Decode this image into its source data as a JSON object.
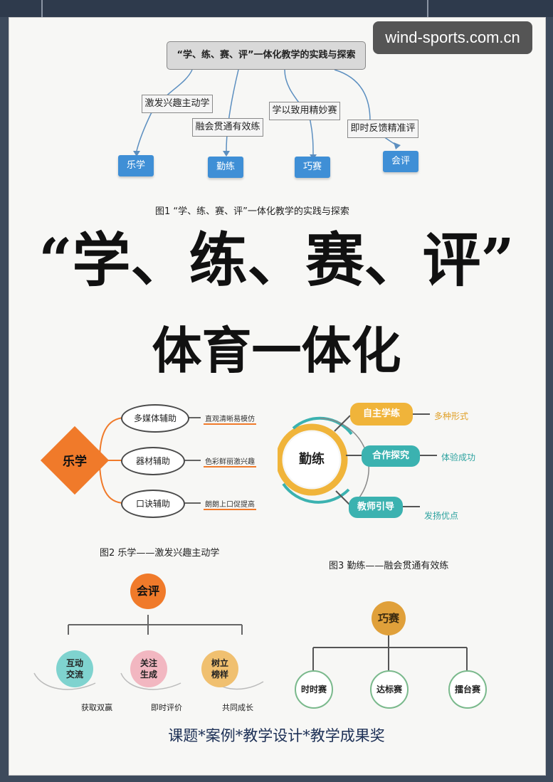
{
  "watermark": "wind-sports.com.cn",
  "fig1": {
    "top_box": "“学、练、赛、评”一体化教学的实践与探索",
    "branches": [
      "激发兴趣主动学",
      "融会贯通有效练",
      "学以致用精妙赛",
      "即时反馈精准评"
    ],
    "nodes": [
      "乐学",
      "勤练",
      "巧赛",
      "会评"
    ],
    "caption": "图1 “学、练、赛、评”一体化教学的实践与探索"
  },
  "title": {
    "line1": "“学、练、赛、评”",
    "line2": "体育一体化"
  },
  "fig2": {
    "center": "乐学",
    "items": [
      {
        "label": "多媒体辅助",
        "note": "直观清晰易模仿"
      },
      {
        "label": "器材辅助",
        "note": "色彩鲜丽激兴趣"
      },
      {
        "label": "口诀辅助",
        "note": "朗朗上口促提高"
      }
    ],
    "caption": "图2 乐学——激发兴趣主动学"
  },
  "fig3": {
    "center": "勤练",
    "items": [
      {
        "label": "自主学练",
        "note": "多种形式"
      },
      {
        "label": "合作探究",
        "note": "体验成功"
      },
      {
        "label": "教师引导",
        "note": "发扬优点"
      }
    ],
    "caption": "图3 勤练——融会贯通有效练"
  },
  "fig4": {
    "root": "会评",
    "children": [
      {
        "label": "互动交流",
        "sub": "获取双赢"
      },
      {
        "label": "关注生成",
        "sub": "即时评价"
      },
      {
        "label": "树立榜样",
        "sub": "共同成长"
      }
    ]
  },
  "fig5": {
    "root": "巧赛",
    "children": [
      "时时赛",
      "达标赛",
      "擂台赛"
    ]
  },
  "footer": "课题*案例*教学设计*教学成果奖",
  "colors": {
    "blue": "#3f8fd6",
    "orange": "#f07a2a",
    "gold": "#f0b43a",
    "teal": "#3bb2b0",
    "pink": "#f2b7c1",
    "green": "#7ab98c"
  }
}
